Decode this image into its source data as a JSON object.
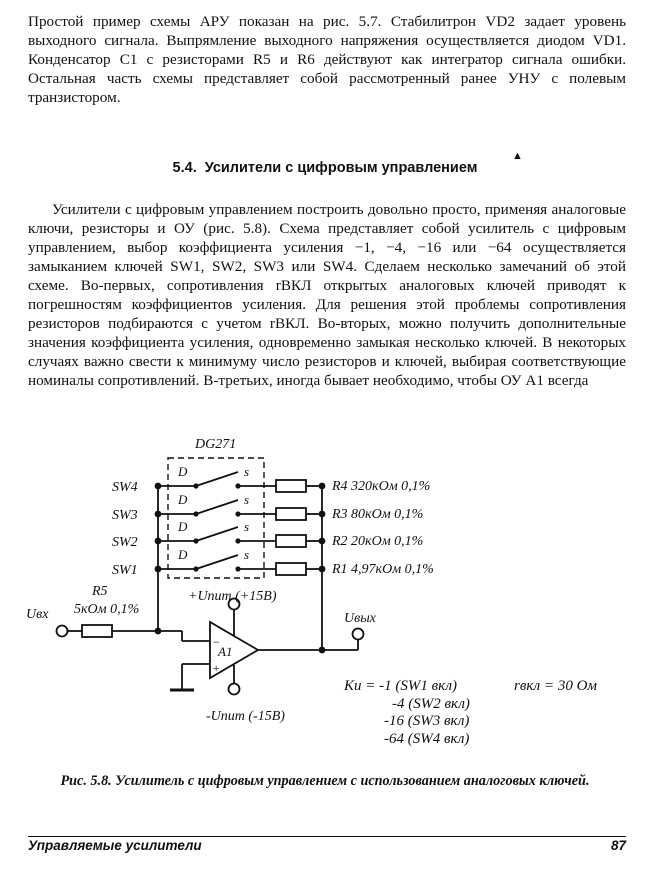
{
  "intro_paragraph": "Простой пример схемы АРУ показан на рис. 5.7. Стабилитрон VD2 задает уровень выходного сигнала. Выпрямление выходного напряжения осуществляется диодом VD1. Конденсатор C1 с резисторами R5 и R6 действуют как интегратор сигнала ошибки. Остальная часть схемы представляет собой рассмотренный ранее УНУ с полевым транзистором.",
  "section": {
    "number": "5.4.",
    "title": "Усилители с цифровым управлением"
  },
  "body_paragraph": "Усилители с цифровым управлением построить довольно просто, применяя аналоговые ключи, резисторы и ОУ (рис. 5.8). Схема представляет собой усилитель с цифровым управлением, выбор коэффициента усиления −1, −4, −16 или −64 осуществляется замыканием ключей SW1, SW2, SW3 или SW4. Сделаем несколько замечаний об этой схеме. Во-первых, сопротивления rВКЛ открытых аналоговых ключей приводят к погрешностям коэффициентов усиления. Для решения этой проблемы сопротивления резисторов подбираются с учетом rВКЛ. Во-вторых, можно получить дополнительные значения коэффициента усиления, одновременно замыкая несколько ключей. В некоторых случаях важно свести к минимуму число резисторов и ключей, выбирая соответствующие номиналы сопротивлений. В-третьих, иногда бывает необходимо, чтобы ОУ A1 всегда",
  "circuit": {
    "chip_label": "DG271",
    "switch_labels": [
      "SW4",
      "SW3",
      "SW2",
      "SW1"
    ],
    "pin_d": "D",
    "pin_s": "s",
    "resistor_labels": [
      "R4 320кОм 0,1%",
      "R3 80кОм 0,1%",
      "R2 20кОм 0,1%",
      "R1 4,97кОм 0,1%"
    ],
    "supply_pos": "+Uпит (+15В)",
    "supply_neg": "-Uпит (-15В)",
    "r5_name": "R5",
    "r5_value": "5кОм 0,1%",
    "input_label": "Uвх",
    "output_label": "Uвых",
    "opamp_label": "A1",
    "minus_sign": "−",
    "plus_sign": "+",
    "gain_lines": [
      "Ku = -1 (SW1 вкл)",
      "-4 (SW2 вкл)",
      "-16 (SW3 вкл)",
      "-64 (SW4 вкл)"
    ],
    "ron_text": "rвкл = 30 Ом"
  },
  "figure_caption": "Рис. 5.8. Усилитель с цифровым управлением с использованием аналоговых ключей.",
  "footer": {
    "running_title": "Управляемые усилители",
    "page_number": "87"
  }
}
